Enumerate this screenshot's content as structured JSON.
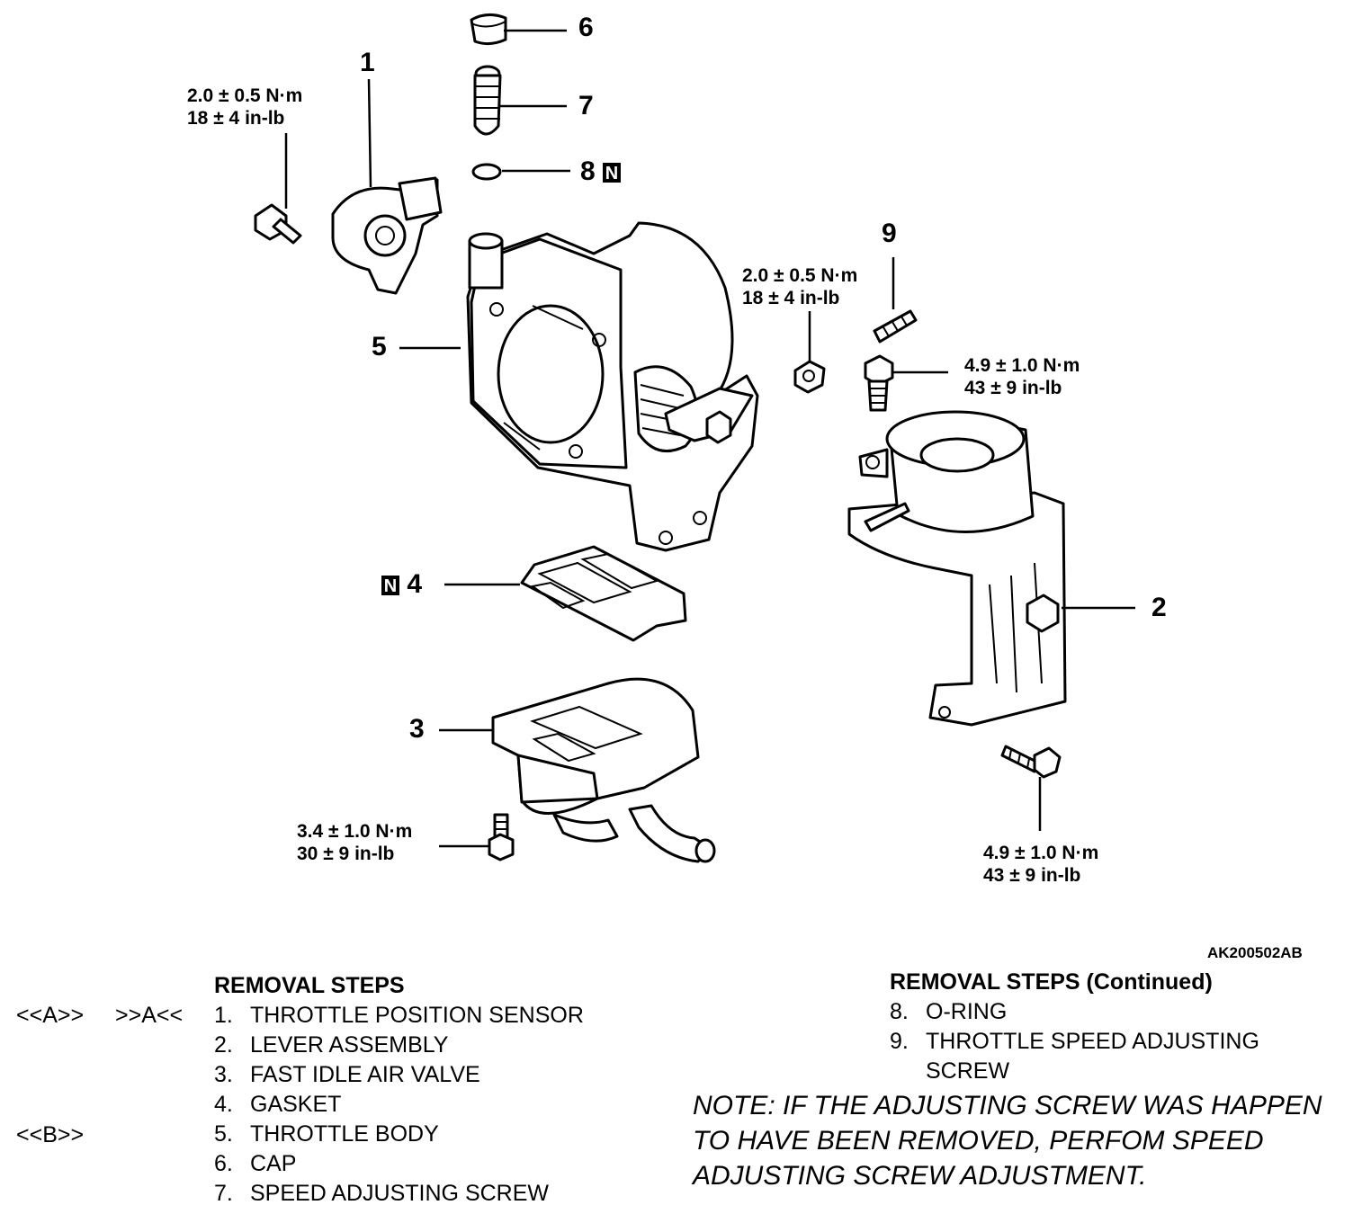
{
  "figure_code": "AK200502AB",
  "new_part_badge": "N",
  "callouts": {
    "c1": "1",
    "c2": "2",
    "c3": "3",
    "c4": "4",
    "c5": "5",
    "c6": "6",
    "c7": "7",
    "c8": "8",
    "c9": "9"
  },
  "torques": {
    "tps_screw": [
      "2.0 ± 0.5 N·m",
      "18 ± 4 in-lb"
    ],
    "nut": [
      "2.0 ± 0.5 N·m",
      "18 ± 4 in-lb"
    ],
    "lever_upper_bolt": [
      "4.9 ± 1.0 N·m",
      "43 ± 9 in-lb"
    ],
    "lever_lower_bolt": [
      "4.9 ± 1.0 N·m",
      "43 ± 9 in-lb"
    ],
    "fiav_screw": [
      "3.4 ± 1.0 N·m",
      "30 ± 9 in-lb"
    ]
  },
  "removal_steps": {
    "heading": "REMOVAL STEPS",
    "items": [
      {
        "num": "1.",
        "text": "THROTTLE POSITION SENSOR"
      },
      {
        "num": "2.",
        "text": "LEVER ASSEMBLY"
      },
      {
        "num": "3.",
        "text": "FAST IDLE AIR VALVE"
      },
      {
        "num": "4.",
        "text": "GASKET"
      },
      {
        "num": "5.",
        "text": "THROTTLE BODY"
      },
      {
        "num": "6.",
        "text": "CAP"
      },
      {
        "num": "7.",
        "text": "SPEED ADJUSTING SCREW"
      }
    ],
    "markers": {
      "step1_removal": "<<A>>",
      "step1_installation": ">>A<<",
      "step5_removal": "<<B>>"
    }
  },
  "removal_steps_continued": {
    "heading": "REMOVAL STEPS (Continued)",
    "items": [
      {
        "num": "8.",
        "text": "O-RING"
      },
      {
        "num": "9.",
        "text": "THROTTLE SPEED ADJUSTING"
      },
      {
        "num": "",
        "text": "SCREW"
      }
    ]
  },
  "note": "NOTE: IF THE ADJUSTING SCREW WAS HAPPEN TO HAVE BEEN REMOVED, PERFOM SPEED ADJUSTING SCREW ADJUSTMENT."
}
